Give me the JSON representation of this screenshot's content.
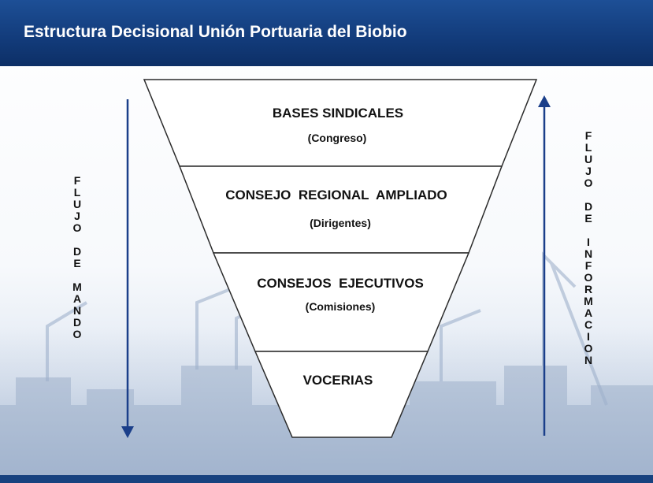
{
  "header": {
    "title": "Estructura  Decisional Unión Portuaria del Biobio",
    "bg_color": "#123b7a",
    "text_color": "#ffffff"
  },
  "funnel": {
    "levels": [
      {
        "title": "BASES SINDICALES",
        "subtitle": "(Congreso)"
      },
      {
        "title": "CONSEJO  REGIONAL  AMPLIADO",
        "subtitle": "(Dirigentes)"
      },
      {
        "title": "CONSEJOS  EJECUTIVOS",
        "subtitle": "(Comisiones)"
      },
      {
        "title": "VOCERIAS",
        "subtitle": ""
      }
    ],
    "stroke_color": "#2b2b2b",
    "fill_color": "#ffffff"
  },
  "left_flow": {
    "text": "FLUJODEMANDO",
    "direction": "down",
    "arrow_color": "#1b3f8a"
  },
  "right_flow": {
    "text": "FLUJODEINFORMACION",
    "direction": "up",
    "arrow_color": "#1b3f8a"
  }
}
